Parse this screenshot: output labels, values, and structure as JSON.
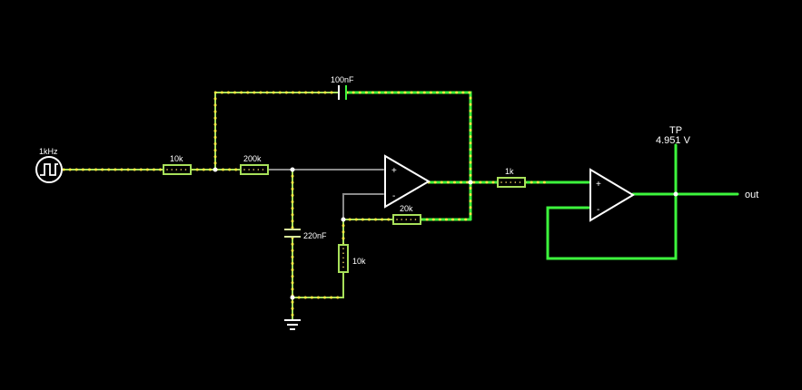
{
  "source": {
    "label": "1kHz"
  },
  "resistors": {
    "r_in": "10k",
    "r_mid": "200k",
    "r_fb": "20k",
    "r_gnd": "10k",
    "r_out": "1k"
  },
  "capacitors": {
    "c_fb": "100nF",
    "c_gnd": "220nF"
  },
  "opamp1": {
    "plus": "+",
    "minus": "-"
  },
  "opamp2": {
    "plus": "+",
    "minus": "-"
  },
  "probe": {
    "label": "TP",
    "value": "4.951 V"
  },
  "output": {
    "label": "out"
  },
  "colors": {
    "background": "#000000",
    "active_wire": "#3df53d",
    "current_dots": "#f5e642",
    "component": "#ffffff"
  }
}
